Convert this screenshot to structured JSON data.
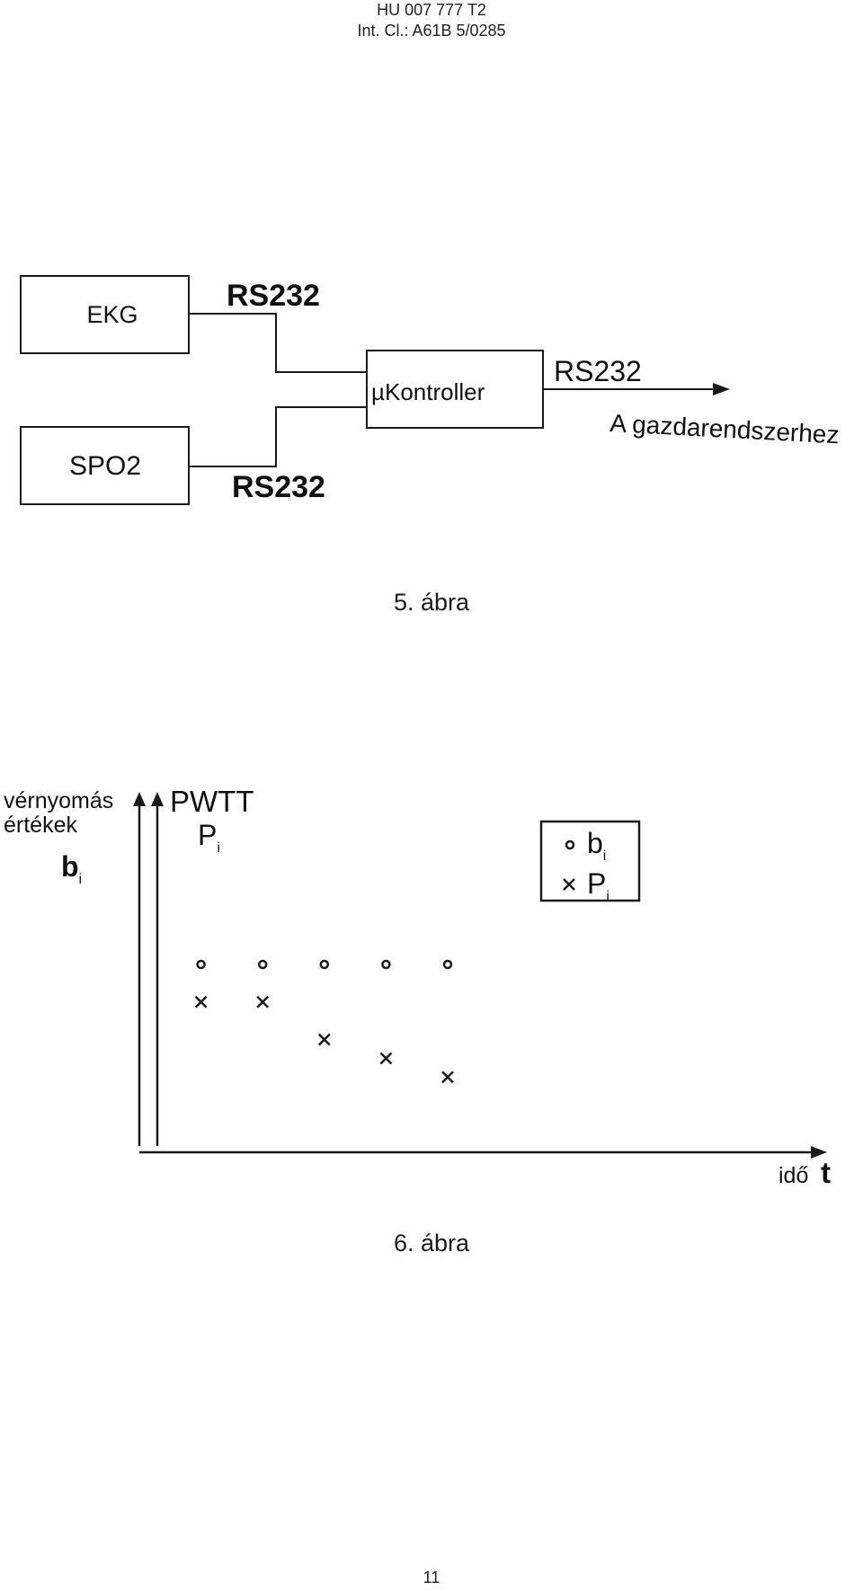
{
  "header": {
    "line1": "HU 007 777 T2",
    "line2": "Int. Cl.: A61B 5/0285"
  },
  "figure5": {
    "boxes": {
      "ekg": "EKG",
      "spo2": "SPO2",
      "controller": "µKontroller"
    },
    "labels": {
      "rs232_top": "RS232",
      "rs232_bottom": "RS232",
      "rs232_out": "RS232",
      "host": "A gazdarendszerhez"
    },
    "caption": "5. ábra"
  },
  "figure6": {
    "caption": "6. ábra",
    "chart_data": {
      "type": "scatter",
      "y_left_label_lines": [
        "vérnyomás",
        "értékek"
      ],
      "y_left_symbol": "b",
      "y_left_subscript": "i",
      "y_right_label": "PWTT",
      "y_right_symbol": "P",
      "y_right_subscript": "i",
      "x_label": "idő",
      "x_symbol": "t",
      "legend_placement": "top-right",
      "legend": [
        {
          "marker": "circle",
          "symbol": "b",
          "subscript": "i"
        },
        {
          "marker": "cross",
          "symbol": "P",
          "subscript": "i"
        }
      ],
      "x": [
        1,
        2,
        3,
        4,
        5
      ],
      "series": [
        {
          "marker": "circle",
          "values": [
            10,
            10,
            10,
            10,
            10
          ]
        },
        {
          "marker": "cross",
          "values": [
            8,
            8,
            6,
            5,
            4
          ]
        }
      ],
      "xlim": [
        0,
        10.5
      ],
      "ylim": [
        0,
        20
      ]
    }
  },
  "page_number": "11"
}
